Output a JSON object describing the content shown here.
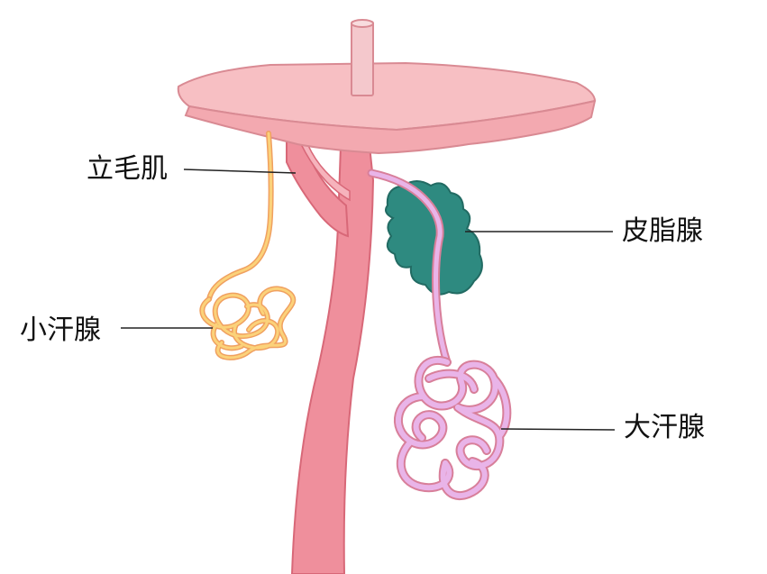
{
  "labels": {
    "arrector_pili": "立毛肌",
    "sebaceous_gland": "皮脂腺",
    "eccrine_gland": "小汗腺",
    "apocrine_gland": "大汗腺"
  },
  "colors": {
    "skin_fill": "#f7bfc3",
    "skin_edge": "#d98a93",
    "follicle": "#ef8f9c",
    "follicle_edge": "#d86878",
    "sebaceous": "#2e8a80",
    "sebaceous_edge": "#226b63",
    "apocrine": "#e9b4e8",
    "apocrine_edge": "#d87f9a",
    "eccrine": "#fbd27a",
    "eccrine_edge": "#f0a060",
    "hair": "#f4c8cc"
  }
}
